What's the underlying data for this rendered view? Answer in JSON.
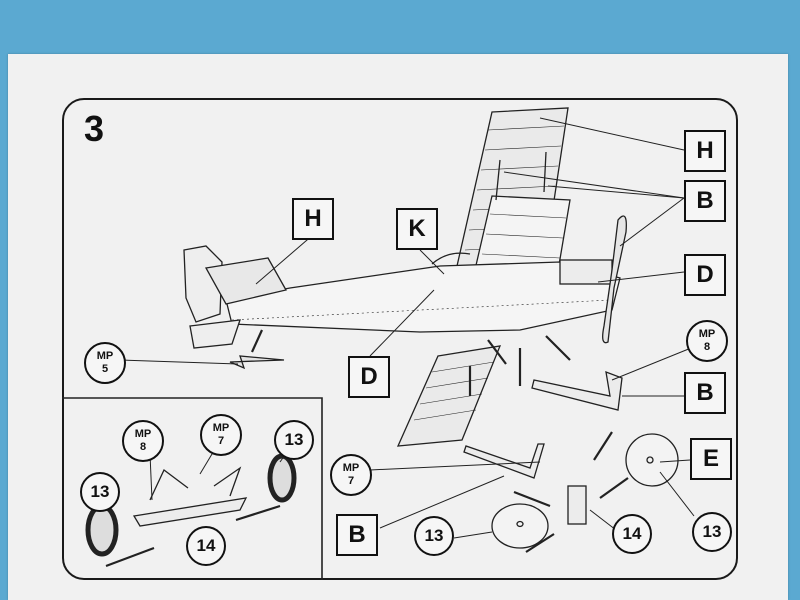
{
  "step": {
    "number": "3"
  },
  "labels": {
    "H": "H",
    "K": "K",
    "B": "B",
    "D": "D",
    "E": "E"
  },
  "parts": {
    "n13": "13",
    "n14": "14"
  },
  "mp": {
    "mp5": "MP\n5",
    "mp7": "MP\n7",
    "mp8": "MP\n8"
  },
  "colors": {
    "background": "#5ba9d1",
    "paper": "#f1f1f1",
    "ink": "#1a1a1a"
  }
}
